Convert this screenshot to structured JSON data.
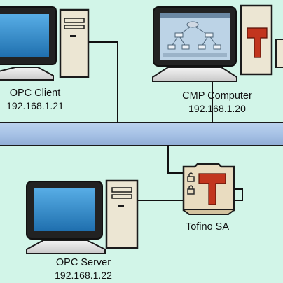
{
  "nodes": {
    "opc_client": {
      "name": "OPC Client",
      "ip": "192.168.1.21"
    },
    "cmp_computer": {
      "name": "CMP Computer",
      "ip": "192.168.1.20"
    },
    "opc_server": {
      "name": "OPC Server",
      "ip": "192.168.1.22"
    },
    "tofino": {
      "name": "Tofino SA",
      "logo_letter": "T"
    }
  },
  "colors": {
    "background": "#d2f5e8",
    "network_bus": "#a9c6e8",
    "tower": "#ece6d3",
    "monitor_frame": "#1b1b1b",
    "screen": "#2f86c7",
    "tofino_red": "#c2351e",
    "tofino_body": "#e9dcc0"
  },
  "icons": {
    "client": "desktop-computer-icon",
    "cmp": "desktop-computer-with-network-map-icon",
    "server": "desktop-computer-icon",
    "tofino": "tofino-security-appliance-icon"
  }
}
